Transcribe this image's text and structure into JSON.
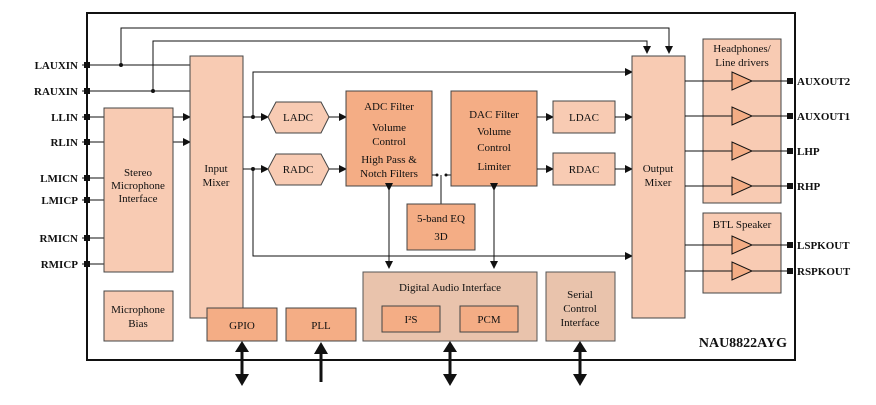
{
  "chip_label": "NAU8822AYG",
  "input_pins": [
    "LAUXIN",
    "RAUXIN",
    "LLIN",
    "RLIN",
    "LMICN",
    "LMICP",
    "RMICN",
    "RMICP"
  ],
  "output_pins": [
    "AUXOUT2",
    "AUXOUT1",
    "LHP",
    "RHP",
    "LSPKOUT",
    "RSPKOUT"
  ],
  "blocks": {
    "stereo_mic": [
      "Stereo",
      "Microphone",
      "Interface"
    ],
    "input_mixer": [
      "Input",
      "Mixer"
    ],
    "ladc": "LADC",
    "radc": "RADC",
    "adc_filter": [
      "ADC Filter",
      "Volume",
      "Control",
      "High Pass &",
      "Notch Filters"
    ],
    "dac_filter": [
      "DAC Filter",
      "Volume",
      "Control",
      "Limiter"
    ],
    "ldac": "LDAC",
    "rdac": "RDAC",
    "eq": [
      "5-band EQ",
      "3D"
    ],
    "output_mixer": [
      "Output",
      "Mixer"
    ],
    "hp_drivers": [
      "Headphones/",
      "Line drivers"
    ],
    "btl_speaker": "BTL Speaker",
    "mic_bias": [
      "Microphone",
      "Bias"
    ],
    "gpio": "GPIO",
    "pll": "PLL",
    "dai": "Digital Audio Interface",
    "i2s": "I²S",
    "pcm": "PCM",
    "serial": [
      "Serial",
      "Control",
      "Interface"
    ]
  }
}
